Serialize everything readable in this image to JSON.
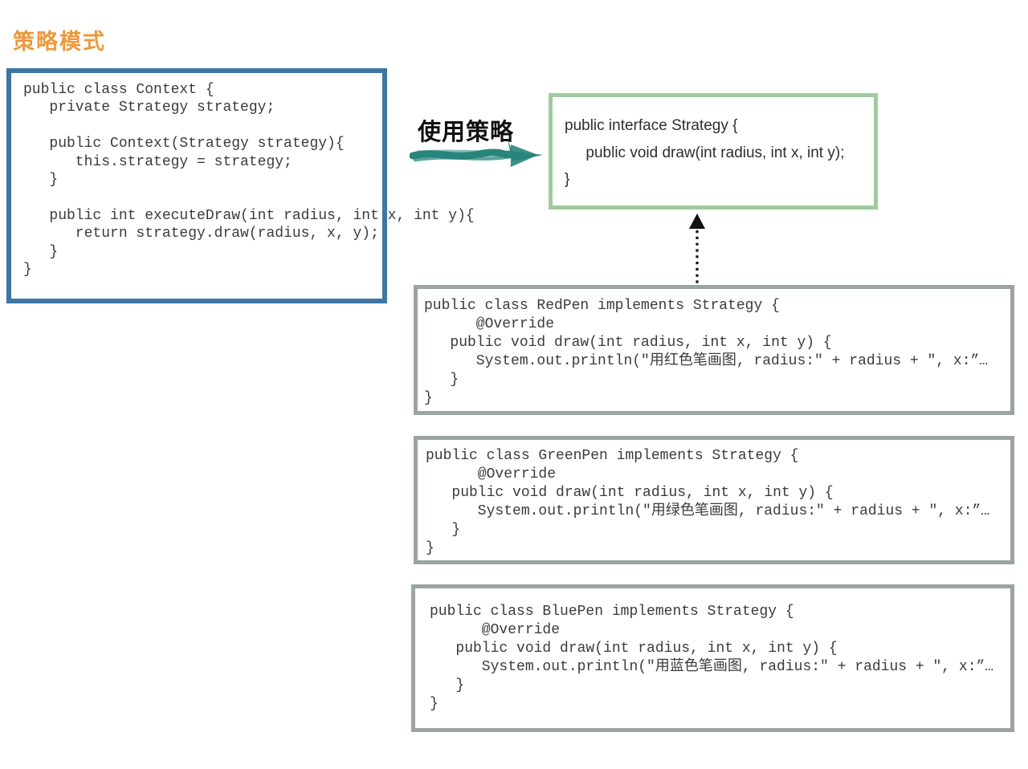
{
  "page": {
    "title": "策略模式",
    "title_color": "#EC9A3D",
    "background": "#FFFFFF"
  },
  "context_box": {
    "name": "Context",
    "border_color": "#3E76A6",
    "code": "public class Context {\n   private Strategy strategy;\n\n   public Context(Strategy strategy){\n      this.strategy = strategy;\n   }\n\n   public int executeDraw(int radius, int x, int y){\n      return strategy.draw(radius, x, y);\n   }\n}"
  },
  "use_strategy_arrow": {
    "label": "使用策略",
    "color": "#27857C",
    "direction": "right"
  },
  "strategy_interface_box": {
    "name": "Strategy",
    "border_color": "#9FCB9D",
    "code": "public interface Strategy {\n     public void draw(int radius, int x, int y);\n}"
  },
  "implements_arrow": {
    "style": "dotted",
    "color": "#111111",
    "direction": "up"
  },
  "implementation_boxes": [
    {
      "name": "RedPen",
      "border_color": "#9CA4A1",
      "code": "public class RedPen implements Strategy {\n      @Override\n   public void draw(int radius, int x, int y) {\n      System.out.println(\"用红色笔画图, radius:\" + radius + \", x:”…\n   }\n}"
    },
    {
      "name": "GreenPen",
      "border_color": "#9CA4A1",
      "code": "public class GreenPen implements Strategy {\n      @Override\n   public void draw(int radius, int x, int y) {\n      System.out.println(\"用绿色笔画图, radius:\" + radius + \", x:”…\n   }\n}"
    },
    {
      "name": "BluePen",
      "border_color": "#9CA4A1",
      "code": "public class BluePen implements Strategy {\n      @Override\n   public void draw(int radius, int x, int y) {\n      System.out.println(\"用蓝色笔画图, radius:\" + radius + \", x:”…\n   }\n}"
    }
  ]
}
